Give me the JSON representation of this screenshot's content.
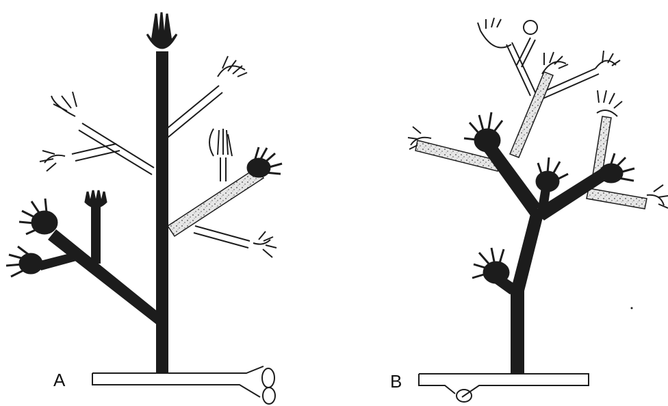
{
  "panels": [
    {
      "id": "A",
      "label": "A"
    },
    {
      "id": "B",
      "label": "B"
    }
  ],
  "colors": {
    "dark": "#1c1c1c",
    "outline": "#1c1c1c",
    "speckled_fill": "#d9d9d9",
    "background": "#ffffff"
  },
  "icons": [
    "palm-frond-icon"
  ]
}
